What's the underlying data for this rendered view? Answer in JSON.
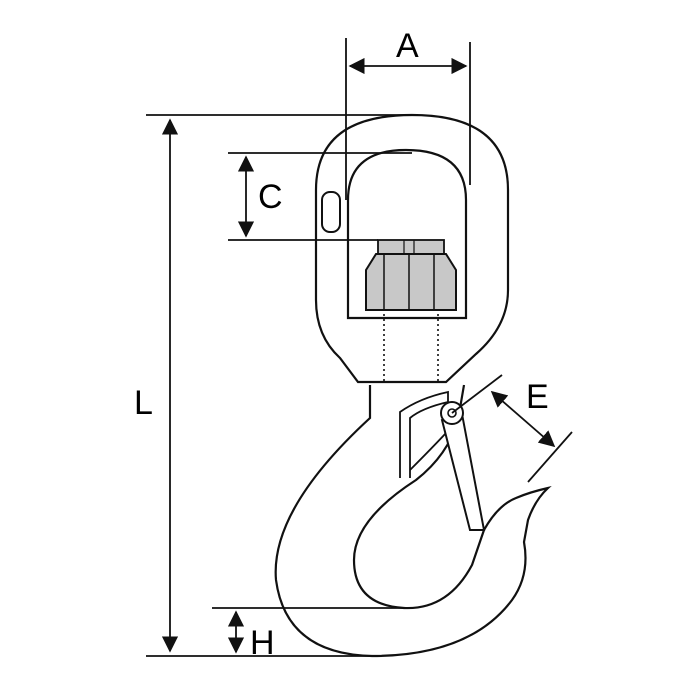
{
  "diagram": {
    "dimension_labels": {
      "a": "A",
      "c": "C",
      "l": "L",
      "e": "E",
      "h": "H"
    },
    "colors": {
      "outline": "#111111",
      "nut_fill": "#c8c8c8",
      "background": "#ffffff"
    }
  }
}
